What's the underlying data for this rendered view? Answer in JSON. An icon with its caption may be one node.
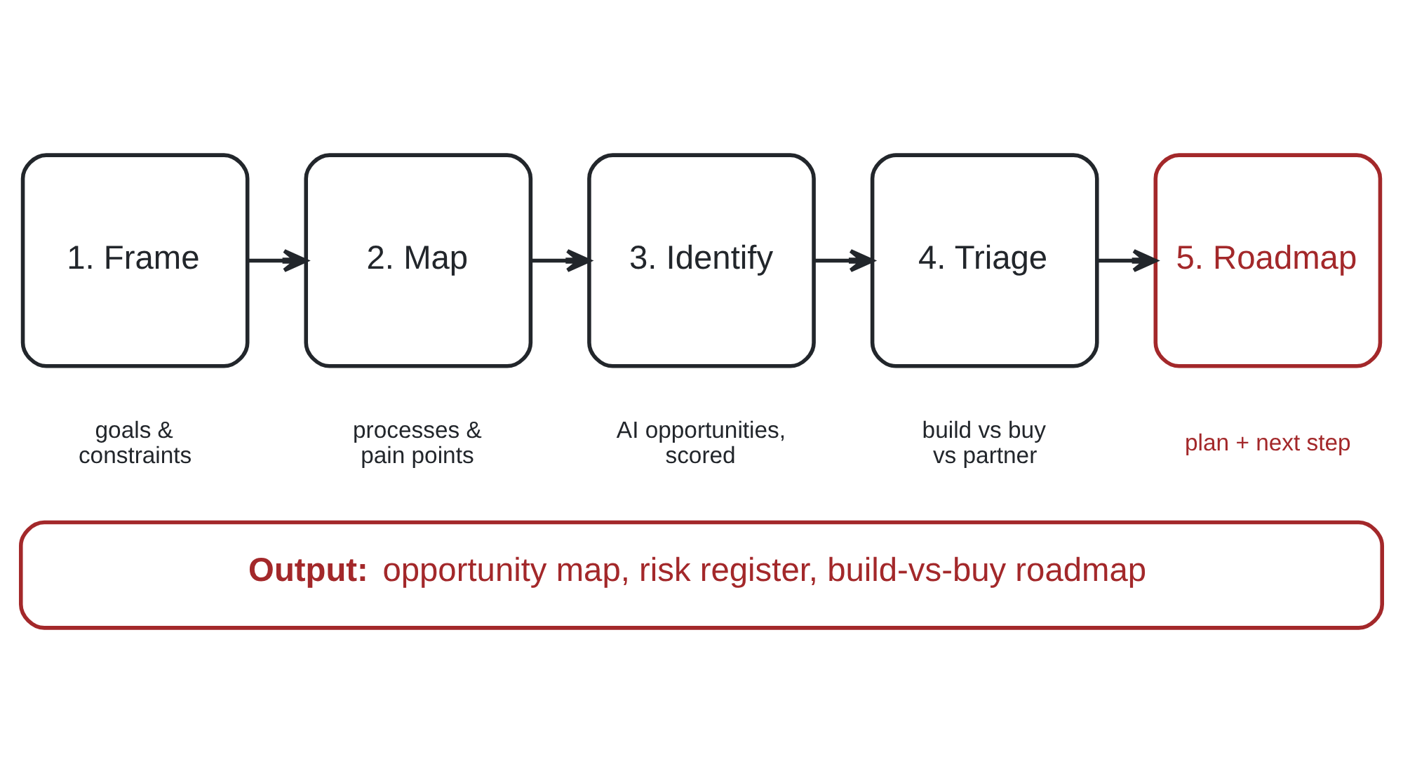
{
  "diagram": {
    "nodes": [
      {
        "text": [
          "1. Frame"
        ],
        "beside": [
          "goals & constraints"
        ]
      },
      {
        "text": [
          "2. Map"
        ],
        "beside": [
          "processes & pain points"
        ]
      },
      {
        "text": [
          "3. Identify"
        ],
        "beside": [
          "AI opportunities, scored"
        ]
      },
      {
        "text": [
          "4. Triage"
        ],
        "beside": [
          "build vs buy vs partner"
        ]
      },
      {
        "text": [
          "5. Roadmap"
        ],
        "beside": [
          "plan + next step"
        ]
      },
      {
        "text": [
          "**Output:** opportunity map, risk register, build-vs-buy roadmap"
        ]
      }
    ],
    "edges": [
      {
        "from": 0,
        "to": 1,
        "arrow": "to"
      },
      {
        "from": 1,
        "to": 2,
        "arrow": "to"
      },
      {
        "from": 2,
        "to": 3,
        "arrow": "to"
      },
      {
        "from": 3,
        "to": 4,
        "arrow": "to"
      }
    ]
  }
}
